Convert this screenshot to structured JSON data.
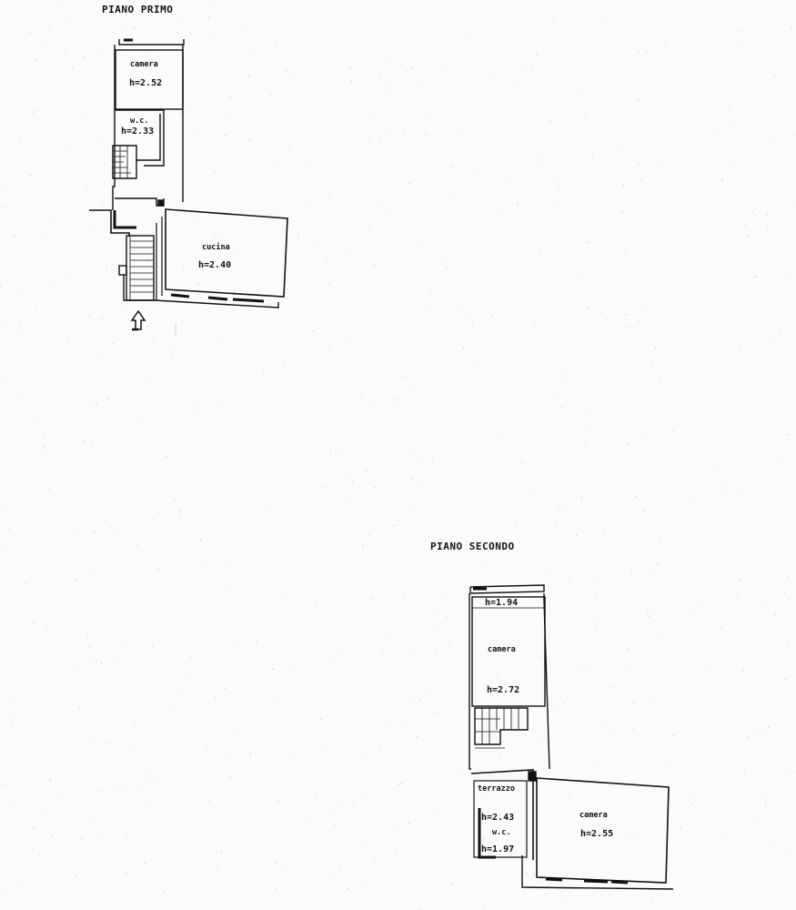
{
  "floors": [
    {
      "title": "PIANO PRIMO",
      "rooms": [
        {
          "name": "camera",
          "height": "h=2.52"
        },
        {
          "name": "w.c.",
          "height": "h=2.33"
        },
        {
          "name": "cucina",
          "height": "h=2.40"
        }
      ],
      "entrance_icon": "entrance-arrow-icon"
    },
    {
      "title": "PIANO SECONDO",
      "rooms": [
        {
          "name": "camera",
          "height": "h=2.72",
          "extra_height": "h=1.94"
        },
        {
          "name": "terrazzo",
          "height": "h=2.43"
        },
        {
          "name": "w.c.",
          "height": "h=1.97"
        },
        {
          "name": "camera",
          "height": "h=2.55"
        }
      ]
    }
  ],
  "colors": {
    "paper": "#fbfbfa",
    "ink": "#111111"
  }
}
